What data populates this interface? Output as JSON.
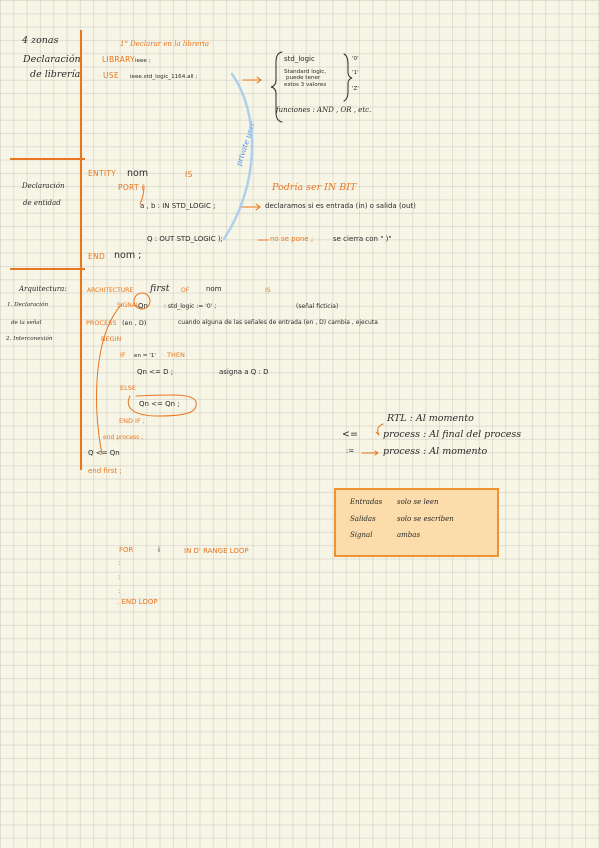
{
  "margin": {
    "zones": "4 zonas",
    "decl_lib_1": "Declaración",
    "decl_lib_2": "de librería",
    "decl_ent_1": "Declaración",
    "decl_ent_2": "de entidad",
    "arch": "Arquitectura:",
    "arch_1": "1. Declaración",
    "arch_1b": "de la señal",
    "arch_2": "2. Interconexión"
  },
  "library_section": {
    "heading": "1° Declarar en la libreria",
    "library_kw": "LIBRARY",
    "library_val": "ieee ;",
    "use_kw": "USE",
    "use_val": "ieee.std_logic_1164.all ;",
    "std_logic": "std_logic",
    "std_desc_1": "Standard logic,",
    "std_desc_2": "puede tener",
    "std_desc_3": "estos 3 valores",
    "val_0": "'0'",
    "val_1": "'1'",
    "val_z": "'Z'",
    "funciones": "funciones : AND , OR , etc.",
    "blue_note": "private user"
  },
  "entity_section": {
    "entity_kw": "ENTITY",
    "entity_name": "nom",
    "is_kw": "IS",
    "port_kw": "PORT (",
    "port_line_1": "a , b : IN STD_LOGIC ;",
    "port_note_1": "declaramos si es entrada (in) o salida (out)",
    "podria": "Podría ser IN BIT",
    "port_line_2": "Q : OUT STD_LOGIC );",
    "port_note_2": "no se pone ;",
    "port_note_3": "se cierra con \" )\"",
    "end_kw": "END",
    "end_name": "nom ;"
  },
  "arch_section": {
    "arch_kw": "ARCHITECTURE",
    "arch_name": "first",
    "of_kw": "OF",
    "arch_ent": "nom",
    "is_kw": "IS",
    "signal_kw": "SIGNAL",
    "signal_name": "Qn",
    "signal_decl": ": std_logic := '0' ;",
    "signal_note": "(señal ficticia)",
    "process_kw": "PROCESS",
    "process_args": "(en , D)",
    "process_note": "cuando alguna de las señales de entrada (en , D) cambia , ejecuta",
    "begin_kw": "BEGIN",
    "if_kw": "IF",
    "if_cond": "en = '1'",
    "then_kw": "THEN",
    "assign_1": "Qn <= D ;",
    "assign_note": "asigna a Q : D",
    "else_kw": "ELSE",
    "assign_2": "Qn <= Qn ;",
    "end_if": "END IF ;",
    "end_process": "end process ;",
    "q_assign": "Q <= Qn",
    "end_first": "end first ;"
  },
  "operators": {
    "op_1": "<=",
    "rtl": "RTL : Al momento",
    "proc_final": "process : Al final del process",
    "op_2": ":=",
    "proc_mom": "process : Al momento"
  },
  "note_box": {
    "row1_a": "Entradas",
    "row1_b": "solo se leen",
    "row2_a": "Salidas",
    "row2_b": "solo se escriben",
    "row3_a": "Signal",
    "row3_b": "ambas"
  },
  "for_loop": {
    "for_kw": "FOR",
    "var": "i",
    "range": "IN D' RANGE LOOP",
    "dots": ":",
    "end_loop": ". END LOOP"
  },
  "colors": {
    "orange": "#e8761f",
    "blue": "#4a8fe0",
    "ink": "#2a2a2a",
    "box_fill": "#fbdcaa"
  }
}
